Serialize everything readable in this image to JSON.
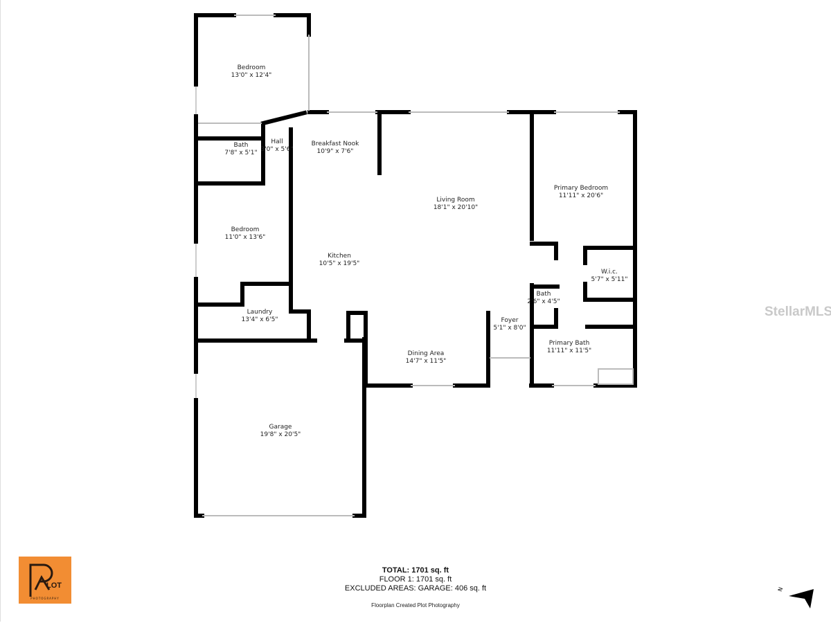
{
  "rooms": [
    {
      "name": "Bedroom",
      "size": "13'0\" x 12'4\""
    },
    {
      "name": "Bath",
      "size": "7'8\" x 5'1\""
    },
    {
      "name": "Hall",
      "size": "3'0\" x 5'6\""
    },
    {
      "name": "Breakfast Nook",
      "size": "10'9\" x 7'6\""
    },
    {
      "name": "Living Room",
      "size": "18'1\" x 20'10\""
    },
    {
      "name": "Primary Bedroom",
      "size": "11'11\" x 20'6\""
    },
    {
      "name": "Bedroom",
      "size": "11'0\" x 13'6\""
    },
    {
      "name": "Kitchen",
      "size": "10'5\" x 19'5\""
    },
    {
      "name": "W.i.c.",
      "size": "5'7\" x 5'11\""
    },
    {
      "name": "Bath",
      "size": "2'6\" x 4'5\""
    },
    {
      "name": "Laundry",
      "size": "13'4\" x 6'5\""
    },
    {
      "name": "Foyer",
      "size": "5'1\" x 8'0\""
    },
    {
      "name": "Dining Area",
      "size": "14'7\" x 11'5\""
    },
    {
      "name": "Primary Bath",
      "size": "11'11\" x 11'5\""
    },
    {
      "name": "Garage",
      "size": "19'8\" x 20'5\""
    }
  ],
  "summary": {
    "total": "TOTAL: 1701 sq. ft",
    "floor1": "FLOOR 1: 1701 sq. ft",
    "excluded": "EXCLUDED AREAS: GARAGE: 406 sq. ft"
  },
  "credit": "Floorplan Created Plot Photography",
  "logo": {
    "text": "LOT",
    "sub": "PHOTOGRAPHY",
    "color": "#f28d33"
  },
  "watermark": "StellarMLS",
  "compass": {
    "label": "N",
    "icon": "north-arrow-icon"
  }
}
